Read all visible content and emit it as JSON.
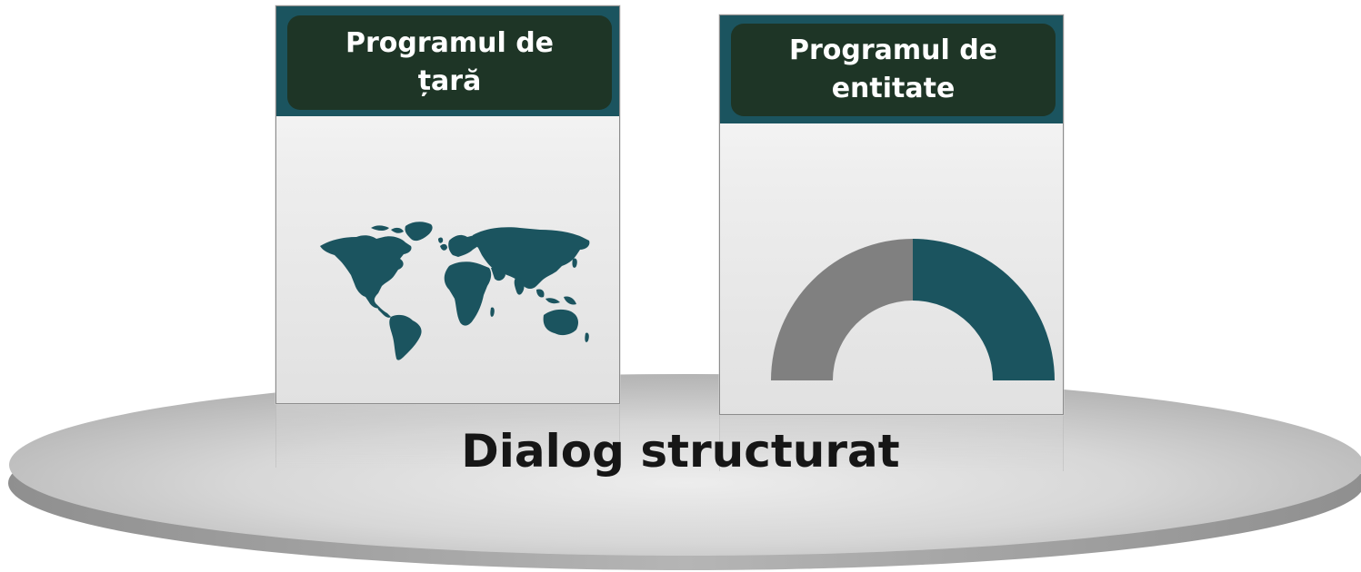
{
  "cards": {
    "left": {
      "title": "Programul de țară",
      "icon": "world-map-icon"
    },
    "right": {
      "title": "Programul de entitate",
      "icon": "half-gauge-icon"
    }
  },
  "platform": {
    "label": "Dialog structurat"
  },
  "colors": {
    "teal": "#1b545f",
    "dark_green": "#1e3526",
    "grey": "#808080",
    "platform_grey": "#bdbdbd"
  },
  "gauge": {
    "filled_fraction": 0.5
  }
}
